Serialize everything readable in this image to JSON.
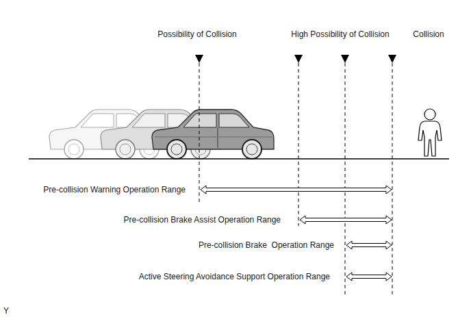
{
  "diagram": {
    "labels": [
      "Possibility of Collision",
      "High Possibility of Collision",
      "Collision",
      "Pre-collision Warning Operation Range",
      "Pre-collision Brake Assist Operation Range",
      "Pre-collision Brake  Operation Range",
      "Active Steering Avoidance Support Operation Range",
      "Y"
    ]
  }
}
